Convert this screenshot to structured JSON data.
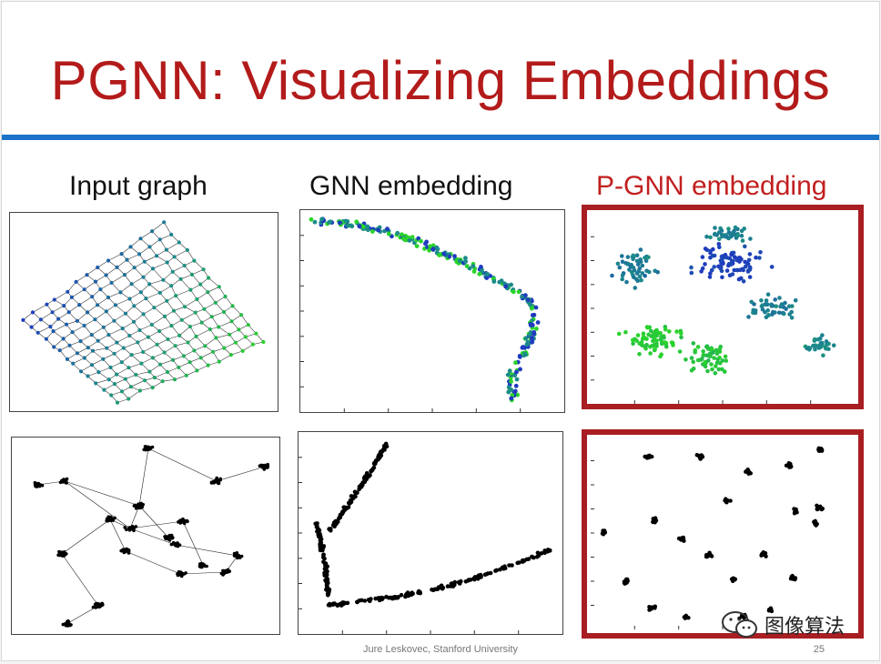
{
  "slide": {
    "title": "PGNN: Visualizing Embeddings",
    "footer": "Jure Leskovec, Stanford University",
    "page_number": "25",
    "watermark": "图像算法"
  },
  "columns": [
    {
      "label": "Input graph",
      "highlight": false
    },
    {
      "label": "GNN embedding",
      "highlight": false
    },
    {
      "label": "P-GNN embedding",
      "highlight": true
    }
  ],
  "colors": {
    "title": "#b31b1b",
    "rule": "#1a73c9",
    "highlight_box": "#a81e22",
    "node_blue": "#1f3bbf",
    "node_teal": "#1c8a8a",
    "node_green": "#2ad42a",
    "node_black": "#000000"
  },
  "icons": {
    "watermark_logo": "wechat-logo-icon"
  }
}
